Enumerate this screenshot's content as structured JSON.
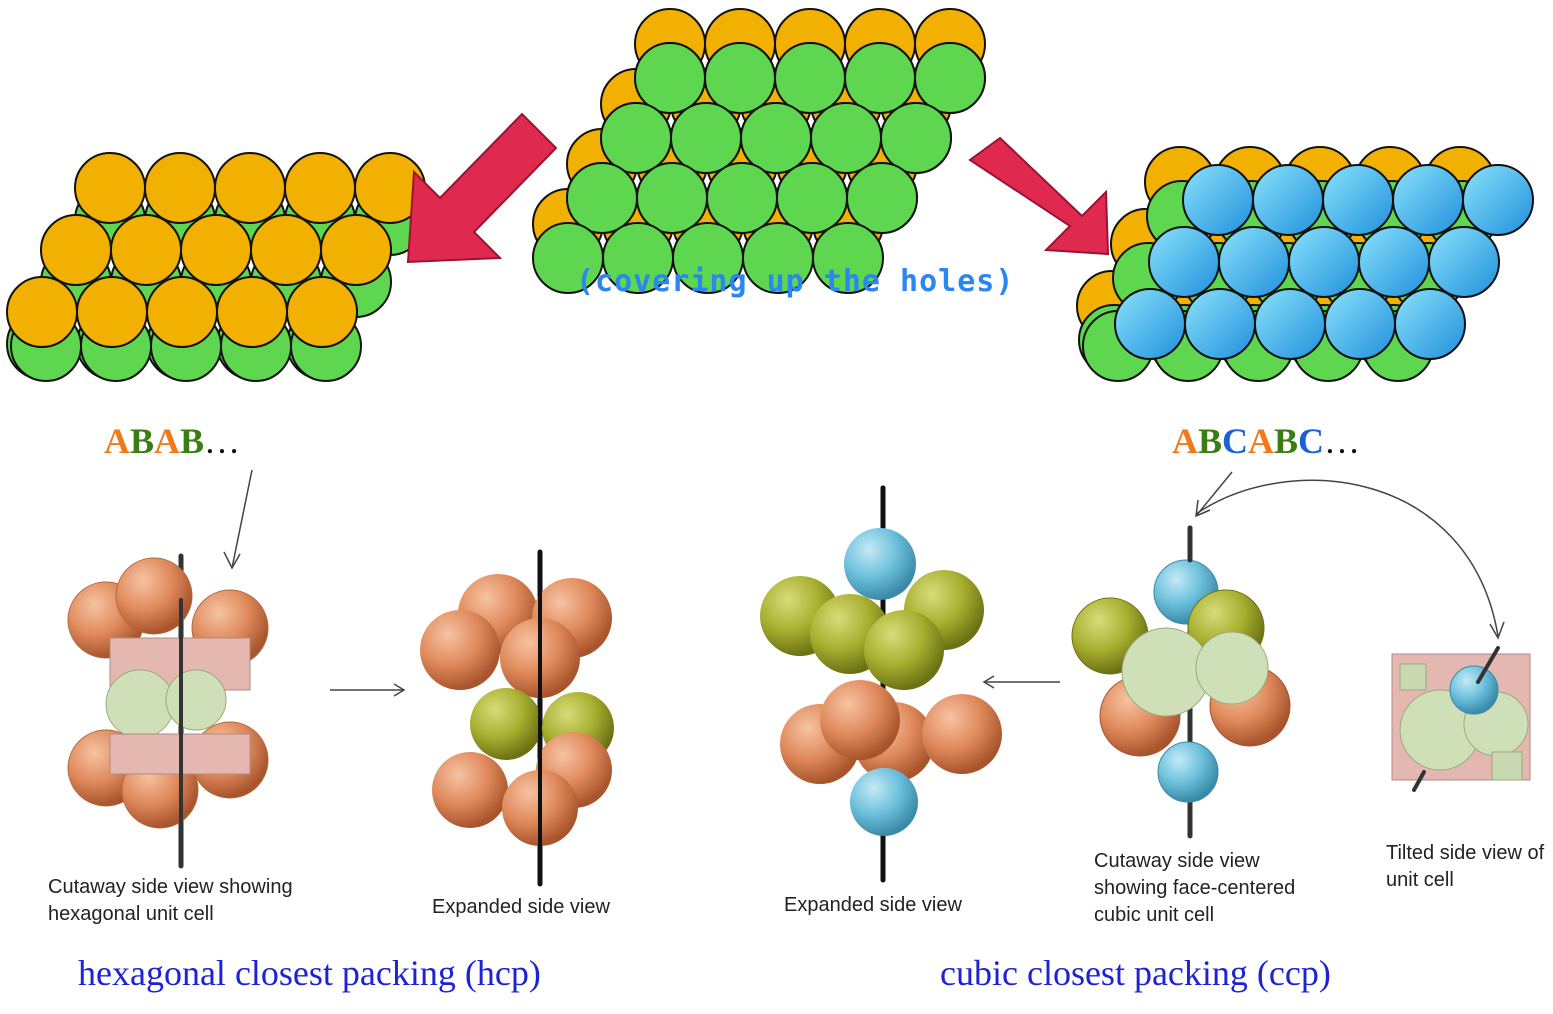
{
  "note": {
    "text": "(covering up the holes)"
  },
  "hcp_sequence": {
    "letters": [
      {
        "ch": "A",
        "color": "#f07a1a"
      },
      {
        "ch": "B",
        "color": "#3a7d14"
      },
      {
        "ch": "A",
        "color": "#f07a1a"
      },
      {
        "ch": "B",
        "color": "#3a7d14"
      }
    ],
    "dots": "…"
  },
  "ccp_sequence": {
    "letters": [
      {
        "ch": "A",
        "color": "#f07a1a"
      },
      {
        "ch": "B",
        "color": "#3a7d14"
      },
      {
        "ch": "C",
        "color": "#1a62d6"
      },
      {
        "ch": "A",
        "color": "#f07a1a"
      },
      {
        "ch": "B",
        "color": "#3a7d14"
      },
      {
        "ch": "C",
        "color": "#1a62d6"
      }
    ],
    "dots": "…"
  },
  "captions": {
    "hcp_cutaway": "Cutaway side view showing hexagonal unit cell",
    "hcp_expanded": "Expanded side view",
    "ccp_expanded": "Expanded side view",
    "ccp_cutaway": "Cutaway side view showing face-centered cubic unit cell",
    "ccp_tilted": "Tilted side view of unit cell"
  },
  "titles": {
    "hcp": "hexagonal closest packing (hcp)",
    "ccp": "cubic closest packing (ccp)"
  },
  "colors": {
    "green": "#5fd64f",
    "gold": "#f2b100",
    "blue": "#54c8f0",
    "arrow_red": "#e0294f",
    "copper": "#e08a5c",
    "olive": "#a8b030",
    "sky": "#6cc0dc",
    "pale": "#cfe0b8",
    "pink": "#e4b8b0"
  }
}
